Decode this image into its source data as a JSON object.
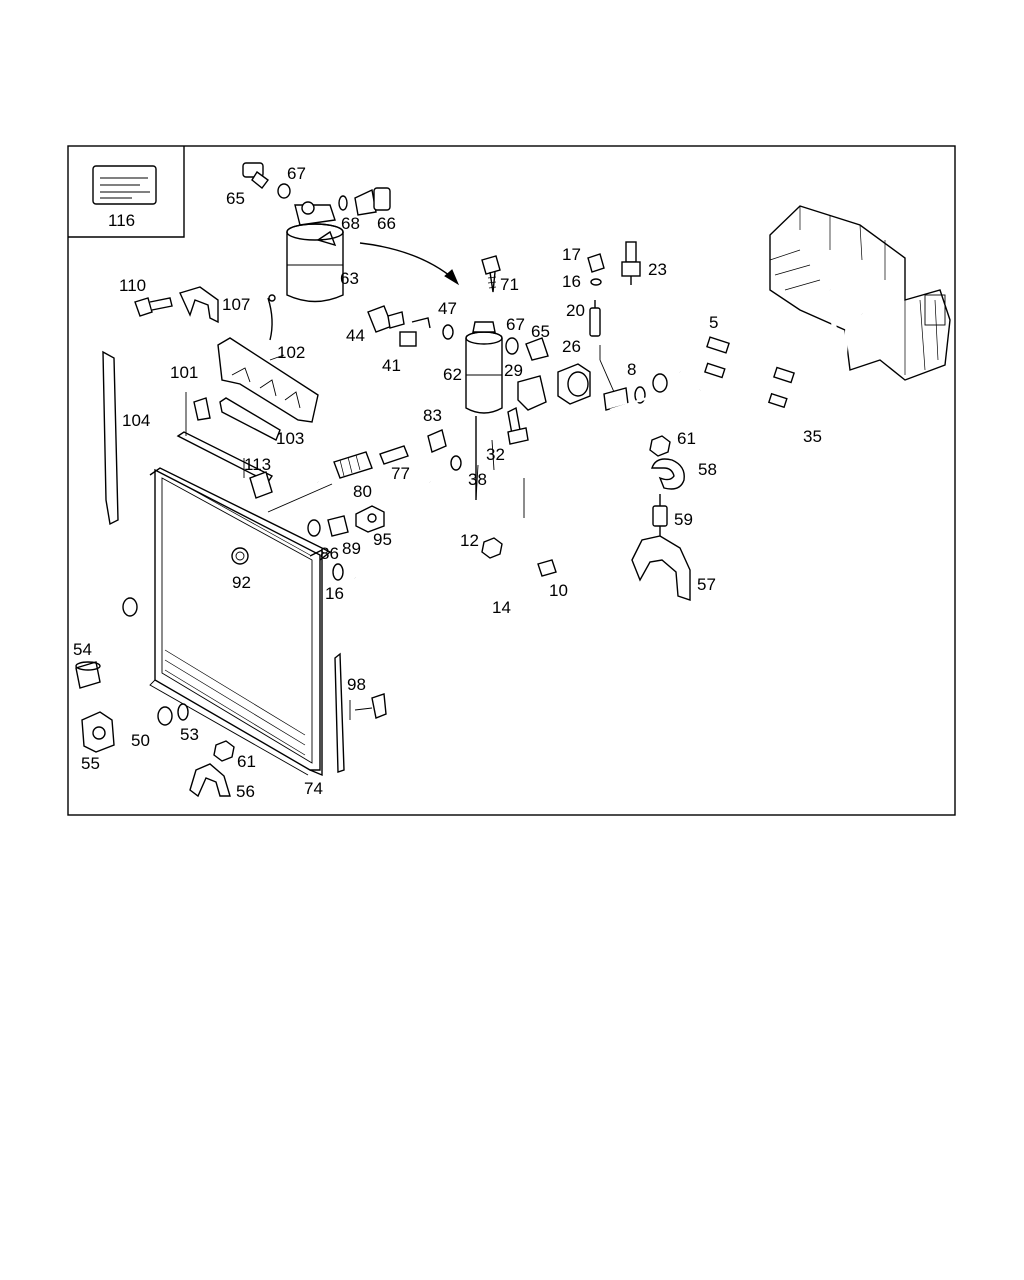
{
  "inset_box": {
    "label": "116"
  },
  "part_labels": {
    "p1": "65",
    "p2": "67",
    "p3": "68",
    "p4": "66",
    "p5": "63",
    "p6": "71",
    "p7": "17",
    "p8": "16",
    "p9": "23",
    "p10": "110",
    "p11": "107",
    "p12": "47",
    "p13": "44",
    "p14": "67",
    "p15": "65",
    "p16": "20",
    "p17": "5",
    "p18": "102",
    "p19": "41",
    "p20": "62",
    "p21": "29",
    "p22": "26",
    "p23": "8",
    "p24": "101",
    "p25": "104",
    "p26": "103",
    "p27": "83",
    "p28": "32",
    "p29": "61",
    "p30": "35",
    "p31": "113",
    "p32": "77",
    "p33": "38",
    "p34": "58",
    "p35": "80",
    "p36": "59",
    "p37": "86",
    "p38": "89",
    "p39": "95",
    "p40": "12",
    "p41": "92",
    "p42": "16",
    "p43": "14",
    "p44": "10",
    "p45": "57",
    "p46": "54",
    "p47": "98",
    "p48": "50",
    "p49": "53",
    "p50": "55",
    "p51": "61",
    "p52": "56",
    "p53": "74"
  }
}
